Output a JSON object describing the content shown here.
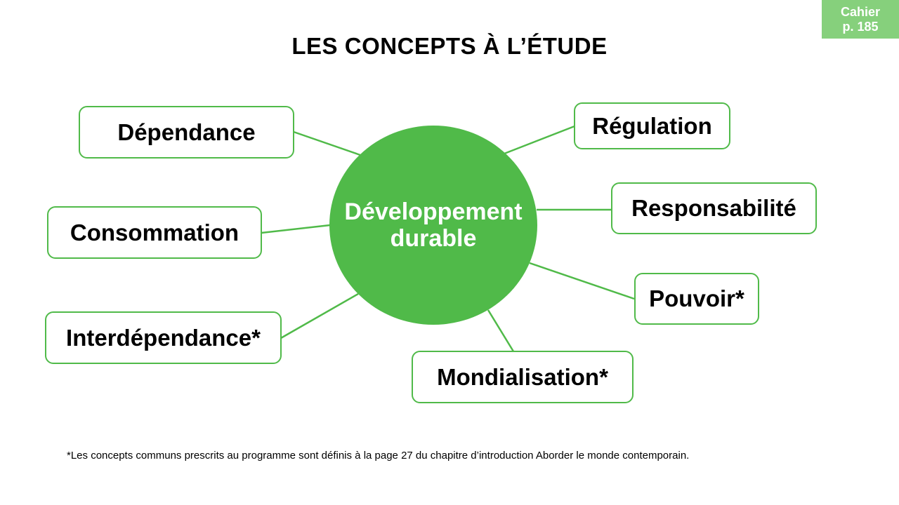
{
  "badge": {
    "line1": "Cahier",
    "line2": "p. 185"
  },
  "title": "LES CONCEPTS À L’ÉTUDE",
  "center": {
    "line1": "Développement",
    "line2": "durable"
  },
  "concepts": {
    "dependance": "Dépendance",
    "consommation": "Consommation",
    "interdependance": "Interdépendance*",
    "regulation": "Régulation",
    "responsabilite": "Responsabilité",
    "pouvoir": "Pouvoir*",
    "mondialisation": "Mondialisation*"
  },
  "footnote": "*Les concepts communs prescrits au programme sont définis à la page 27 du chapitre d’introduction Aborder le monde contemporain.",
  "colors": {
    "accent": "#50ba49",
    "badge": "#86d07c"
  }
}
